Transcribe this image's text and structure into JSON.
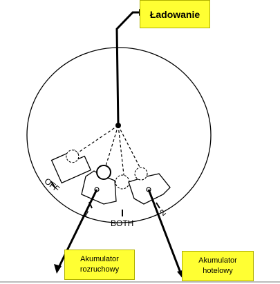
{
  "labels": {
    "charging": "Ładowanie",
    "starter_battery": [
      "Akumulator",
      "rozruchowy"
    ],
    "house_battery": [
      "Akumulator",
      "hotelowy"
    ]
  },
  "switch_positions": {
    "off": "OFF",
    "one": "1",
    "both": "BOTH",
    "two": "2"
  },
  "colors": {
    "label_background": "#ffff33",
    "line": "#000000"
  }
}
